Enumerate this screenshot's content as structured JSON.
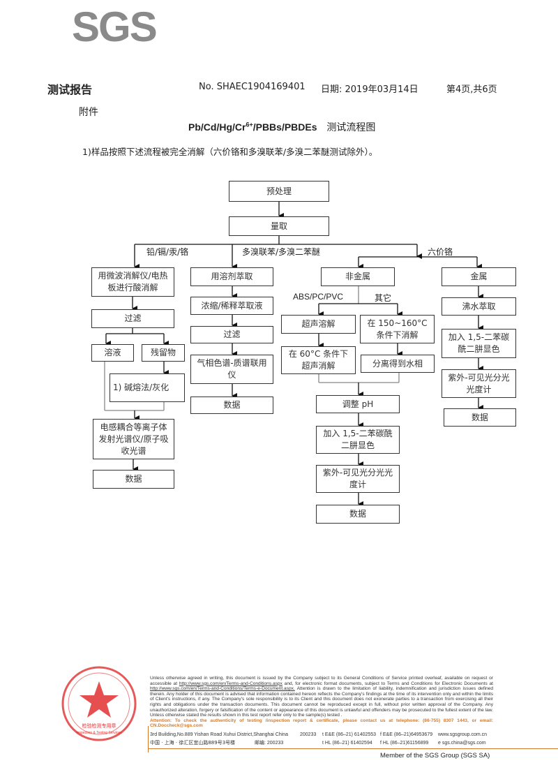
{
  "logo": "SGS",
  "header": {
    "title": "测试报告",
    "report_no": "No. SHAEC1904169401",
    "date": "日期: 2019年03月14日",
    "page": "第4页,共6页"
  },
  "attachment": "附件",
  "doc_title": {
    "main": "Pb/Cd/Hg/Cr",
    "sup": "6+",
    "rest": "/PBBs/PBDEs",
    "cn": "测试流程图"
  },
  "intro": "1)样品按照下述流程被完全消解（六价铬和多溴联苯/多溴二苯醚测试除外）。",
  "flow": {
    "pretreat": "预处理",
    "measure": "量取",
    "branch_metals": "铅/镉/汞/铬",
    "branch_pbb": "多溴联苯/多溴二苯醚",
    "branch_cr6": "六价铬",
    "c1": [
      "用微波消解仪/电热板进行酸消解",
      "过滤",
      "溶液",
      "残留物",
      "1) 碱熔法/灰化",
      "电感耦合等离子体发射光谱仪/原子吸收光谱",
      "数据"
    ],
    "c2": [
      "用溶剂萃取",
      "浓缩/稀释萃取液",
      "过滤",
      "气相色谱-质谱联用仪",
      "数据"
    ],
    "nonmetal": "非金属",
    "metal": "金属",
    "abs": "ABS/PC/PVC",
    "other": "其它",
    "c3": [
      "超声溶解",
      "在 60°C 条件下超声消解",
      "在 150~160°C 条件下消解",
      "分离得到水相",
      "调整 pH",
      "加入 1,5-二苯碳酰二肼显色",
      "紫外-可见光分光光度计",
      "数据"
    ],
    "c4": [
      "沸水萃取",
      "加入 1,5-二苯碳酰二肼显色",
      "紫外-可见光分光光度计",
      "数据"
    ]
  },
  "footer": {
    "disclaimer_1": "Unless otherwise agreed in writing, this document is issued by the Company subject to its General Conditions of Service printed overleaf, available on request or accessible at ",
    "link1": "http://www.sgs.com/en/Terms-and-Conditions.aspx",
    "disclaimer_2": " and, for electronic format documents, subject to Terms and Conditions for Electronic Documents at ",
    "link2": "http://www.sgs.com/en/Terms-and-Conditions/Terms-e-Document.aspx.",
    "disclaimer_3": " Attention is drawn to the limitation of liability, indemnification and jurisdiction issues defined therein. Any holder of this document is advised that information contained hereon reflects the Company's findings at the time of its intervention only and within the limits of Client's instructions, if any. The Company's sole responsibility is to its Client and this document does not exonerate parties to a transaction from exercising all their rights and obligations under the transaction documents. This document cannot be reproduced except in full, without prior written approval of the Company. Any unauthorized alteration, forgery or falsification of the content or appearance of this document is unlawful and offenders may be prosecuted to the fullest extent of the law. Unless otherwise stated the results shown in this test report refer only to the sample(s) tested .",
    "attention": "Attention: To check the authenticity of testing /inspection report & certificate, please contact us at telephone: (86-755) 8307 1443, or email: CN.Doccheck@sgs.com",
    "addr_en": "3rd Building,No.889 Yishan Road Xuhui District,Shanghai China",
    "addr_cn": "中国 · 上海 · 徐汇区宜山路889号3号楼",
    "zip_en": "200233",
    "zip_cn": "邮编: 200233",
    "t1": "t E&E (86–21) 61402553",
    "f1": "f E&E (86–21)64953679",
    "web": "www.sgsgroup.com.cn",
    "t2": "t HL (86–21) 61402594",
    "f2": "f HL (86–21)61156899",
    "email": "e  sgs.china@sgs.com",
    "member": "Member of the SGS Group (SGS SA)",
    "stamp_text": "检验检测专用章",
    "stamp_en": "Inspection & Testing Services",
    "colors": {
      "attention": "#d27b2c",
      "stamp": "#e03030",
      "rule": "#d27b2c"
    }
  }
}
